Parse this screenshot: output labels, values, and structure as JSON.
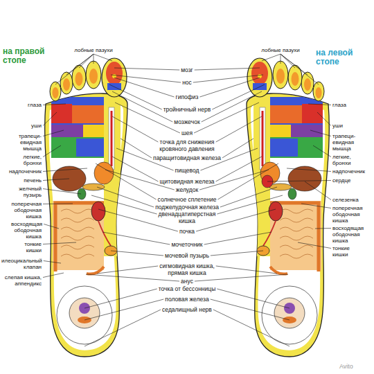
{
  "diagram": {
    "labels": [
      "на правой стопе",
      "лобные пазухи",
      "глаза",
      "уши",
      "трапеци- евидная мышца",
      "легкие, бронхи",
      "надпочечник",
      "печень",
      "желчный пузырь",
      "поперечная ободочная кишка",
      "восходящая ободочная кишка",
      "тонкие кишки",
      "илеоцикальный клапан",
      "слепая кишка, аппендикс",
      "мозг",
      "нос",
      "гипофиз",
      "тройничный нерв",
      "мозжечок",
      "шея",
      "точка для снижения кровяного давления",
      "паращитовидная железа",
      "пищевод",
      "щитовидная железа",
      "желудок",
      "солнечное сплетение",
      "поджелудочная железа",
      "двенадцатиперстная кишка",
      "почка",
      "мочеточник",
      "мочевой пузырь",
      "сигмовидная кишка, прямая кишка",
      "анус",
      "точка от бессонницы",
      "половая железа",
      "седалищный нерв",
      "на левой стопе",
      "лобные пазухи",
      "глаза",
      "уши",
      "трапеци- евидная мышца",
      "легкие, бронхи",
      "надпочечник",
      "сердце",
      "селезенка",
      "поперечная ободочная кишка",
      "восходящая ободочная кишка",
      "тонкие кишки",
      "Avito"
    ]
  }
}
